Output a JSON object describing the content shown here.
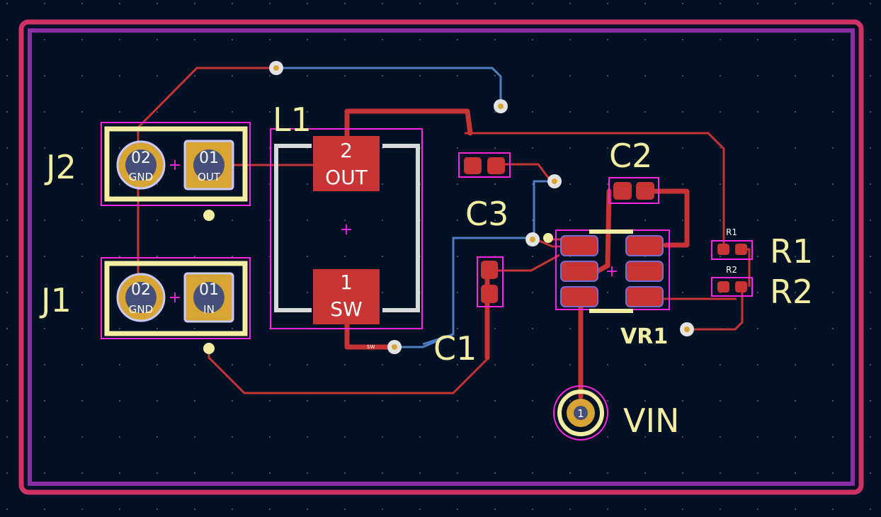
{
  "colors": {
    "background": "#031124",
    "edge_outer": "#d03266",
    "edge_inner": "#8b2ea3",
    "front_copper": "#c83434",
    "back_copper": "#4d7fc4",
    "silkscreen": "#f2eda1",
    "courtyard": "#ff26e2",
    "pad_gold": "#d8a433",
    "via": "#e3e3e3"
  },
  "references": {
    "j2": "J2",
    "j1": "J1",
    "l1": "L1",
    "c1": "C1",
    "c2": "C2",
    "c3": "C3",
    "r1": "R1",
    "r2": "R2",
    "vr1": "VR1",
    "vin": "VIN",
    "r1_small": "R1",
    "r2_small": "R2"
  },
  "pads": {
    "j2_pin2_num": "02",
    "j2_pin2_net": "GND",
    "j2_pin1_num": "01",
    "j2_pin1_net": "OUT",
    "j1_pin2_num": "02",
    "j1_pin2_net": "GND",
    "j1_pin1_num": "01",
    "j1_pin1_net": "IN",
    "l1_pin2_num": "2",
    "l1_pin2_net": "OUT",
    "l1_pin1_num": "1",
    "l1_pin1_net": "SW",
    "vin_pin": "1"
  },
  "trace_labels": {
    "sw": "SW"
  }
}
